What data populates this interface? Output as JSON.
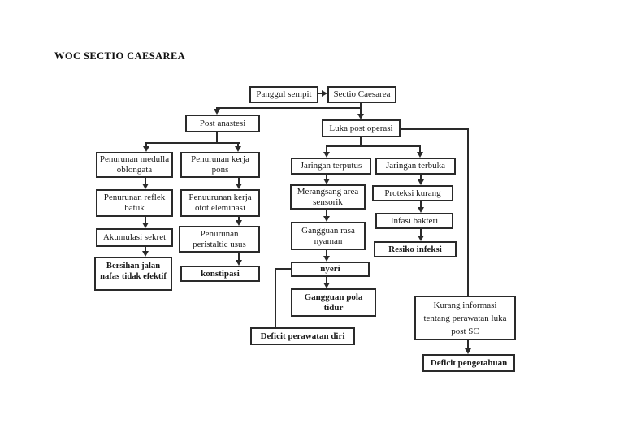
{
  "page_title": "WOC SECTIO CAESAREA",
  "colors": {
    "background": "#ffffff",
    "line_and_border": "#2a2a2a",
    "text": "#1b1b1b"
  },
  "diagram": {
    "type": "flowchart",
    "nodes": {
      "panggul_sempit": {
        "label": "Panggul sempit",
        "emphasis": "normal"
      },
      "sectio_caesarea": {
        "label": "Sectio Caesarea",
        "emphasis": "normal"
      },
      "post_anastesi": {
        "label": "Post anastesi",
        "emphasis": "normal"
      },
      "luka_post_operasi": {
        "label": "Luka post operasi",
        "emphasis": "normal"
      },
      "penurunan_medulla_oblongata": {
        "label": "Penurunan medulla oblongata",
        "emphasis": "normal"
      },
      "penurunan_kerja_pons": {
        "label": "Penurunan kerja pons",
        "emphasis": "normal"
      },
      "penurunan_reflek_batuk": {
        "label": "Penurunan reflek batuk",
        "emphasis": "normal"
      },
      "penuurunan_kerja_otot_eleminasi": {
        "label": "Penuurunan kerja otot eleminasi",
        "emphasis": "normal"
      },
      "akumulasi_sekret": {
        "label": "Akumulasi sekret",
        "emphasis": "normal"
      },
      "penurunan_peristaltic_usus": {
        "label": "Penurunan peristaltic usus",
        "emphasis": "normal"
      },
      "bersihan_jalan_nafas_tidak_efektif": {
        "label": "Bersihan jalan nafas tidak efektif",
        "emphasis": "bold"
      },
      "konstipasi": {
        "label": "konstipasi",
        "emphasis": "bold"
      },
      "jaringan_terputus": {
        "label": "Jaringan terputus",
        "emphasis": "normal"
      },
      "jaringan_terbuka": {
        "label": "Jaringan terbuka",
        "emphasis": "normal"
      },
      "merangsang_area_sensorik": {
        "label": "Merangsang area sensorik",
        "emphasis": "normal"
      },
      "proteksi_kurang": {
        "label": "Proteksi kurang",
        "emphasis": "normal"
      },
      "infasi_bakteri": {
        "label": "Infasi bakteri",
        "emphasis": "normal"
      },
      "gangguan_rasa_nyaman": {
        "label": "Gangguan rasa nyaman",
        "emphasis": "normal"
      },
      "resiko_infeksi": {
        "label": "Resiko infeksi",
        "emphasis": "bold"
      },
      "nyeri": {
        "label": "nyeri",
        "emphasis": "bold"
      },
      "gangguan_pola_tidur": {
        "label": "Gangguan pola tidur",
        "emphasis": "bold"
      },
      "deficit_perawatan_diri": {
        "label": "Deficit perawatan diri",
        "emphasis": "bold"
      },
      "kurang_informasi_post_sc": {
        "label": "Kurang informasi tentang perawatan luka post SC",
        "emphasis": "normal"
      },
      "deficit_pengetahuan": {
        "label": "Deficit pengetahuan",
        "emphasis": "bold"
      }
    },
    "edges": [
      {
        "from": "panggul_sempit",
        "to": "sectio_caesarea"
      },
      {
        "from": "sectio_caesarea",
        "to": "post_anastesi"
      },
      {
        "from": "sectio_caesarea",
        "to": "luka_post_operasi"
      },
      {
        "from": "post_anastesi",
        "to": "penurunan_medulla_oblongata"
      },
      {
        "from": "post_anastesi",
        "to": "penurunan_kerja_pons"
      },
      {
        "from": "penurunan_medulla_oblongata",
        "to": "penurunan_reflek_batuk"
      },
      {
        "from": "penurunan_reflek_batuk",
        "to": "akumulasi_sekret"
      },
      {
        "from": "akumulasi_sekret",
        "to": "bersihan_jalan_nafas_tidak_efektif"
      },
      {
        "from": "penurunan_kerja_pons",
        "to": "penuurunan_kerja_otot_eleminasi"
      },
      {
        "from": "penuurunan_kerja_otot_eleminasi",
        "to": "penurunan_peristaltic_usus"
      },
      {
        "from": "penurunan_peristaltic_usus",
        "to": "konstipasi"
      },
      {
        "from": "luka_post_operasi",
        "to": "jaringan_terputus"
      },
      {
        "from": "luka_post_operasi",
        "to": "jaringan_terbuka"
      },
      {
        "from": "jaringan_terputus",
        "to": "merangsang_area_sensorik"
      },
      {
        "from": "merangsang_area_sensorik",
        "to": "gangguan_rasa_nyaman"
      },
      {
        "from": "gangguan_rasa_nyaman",
        "to": "nyeri"
      },
      {
        "from": "nyeri",
        "to": "gangguan_pola_tidur"
      },
      {
        "from": "nyeri",
        "to": "deficit_perawatan_diri"
      },
      {
        "from": "jaringan_terbuka",
        "to": "proteksi_kurang"
      },
      {
        "from": "proteksi_kurang",
        "to": "infasi_bakteri"
      },
      {
        "from": "infasi_bakteri",
        "to": "resiko_infeksi"
      },
      {
        "from": "luka_post_operasi",
        "to": "kurang_informasi_post_sc"
      },
      {
        "from": "kurang_informasi_post_sc",
        "to": "deficit_pengetahuan"
      }
    ]
  }
}
